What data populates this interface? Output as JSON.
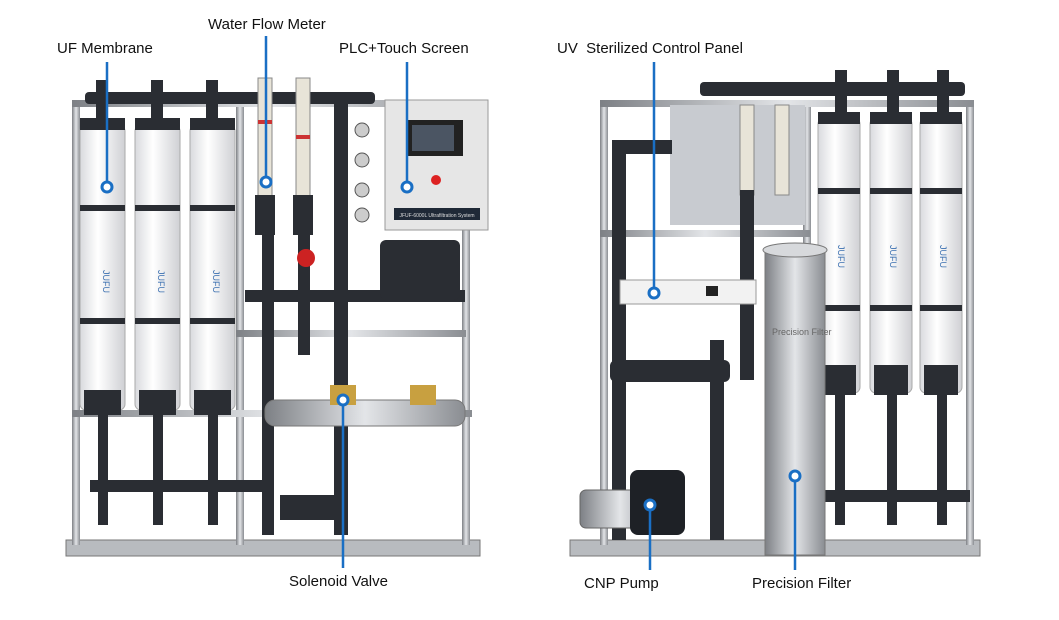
{
  "labels": {
    "uf_membrane": "UF Membrane",
    "water_flow_meter": "Water Flow Meter",
    "plc_touch_screen": "PLC+Touch Screen",
    "solenoid_valve": "Solenoid Valve",
    "uv_control_panel": "UV  Sterilized Control Panel",
    "cnp_pump": "CNP Pump",
    "precision_filter": "Precision Filter"
  },
  "photo_text": {
    "membrane_brand": "JUFU",
    "nameplate": "JFUF-6000L Ultrafiltration System",
    "filter_housing": "Precision Filter"
  },
  "colors": {
    "callout": "#1a6fc4",
    "membrane": "#f4f4f6",
    "pipe": "#2a2d33",
    "steel": "#a9acb0"
  }
}
